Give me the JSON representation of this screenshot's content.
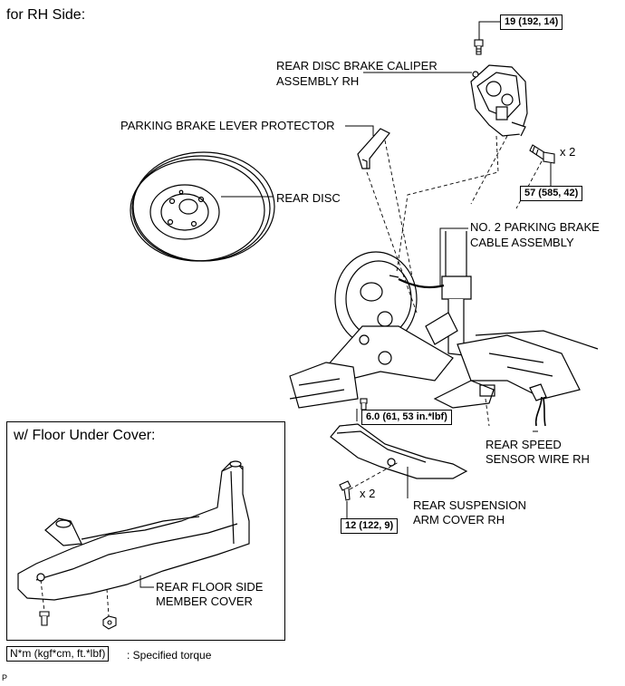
{
  "title": "for RH Side:",
  "inset_title": "w/ Floor Under Cover:",
  "labels": {
    "caliper_l1": "REAR DISC BRAKE CALIPER",
    "caliper_l2": "ASSEMBLY RH",
    "protector": "PARKING BRAKE LEVER PROTECTOR",
    "disc": "REAR DISC",
    "cable_l1": "NO. 2 PARKING BRAKE",
    "cable_l2": "CABLE ASSEMBLY",
    "sensor_l1": "REAR SPEED",
    "sensor_l2": "SENSOR WIRE RH",
    "arm_l1": "REAR SUSPENSION",
    "arm_l2": "ARM COVER RH",
    "floor_l1": "REAR FLOOR SIDE",
    "floor_l2": "MEMBER COVER"
  },
  "torques": {
    "t19": "19 (192, 14)",
    "t57": "57 (585, 42)",
    "t6": "6.0 (61, 53 in.*lbf)",
    "t12": "12 (122, 9)"
  },
  "quantities": {
    "bolts_caliper": "x 2",
    "bolts_arm": "x 2"
  },
  "legend": {
    "box": "N*m (kgf*cm, ft.*lbf)",
    "text": ": Specified torque"
  },
  "footer_mark": "P",
  "icons": [
    "bolt-icon",
    "nut-icon",
    "screw-icon"
  ]
}
